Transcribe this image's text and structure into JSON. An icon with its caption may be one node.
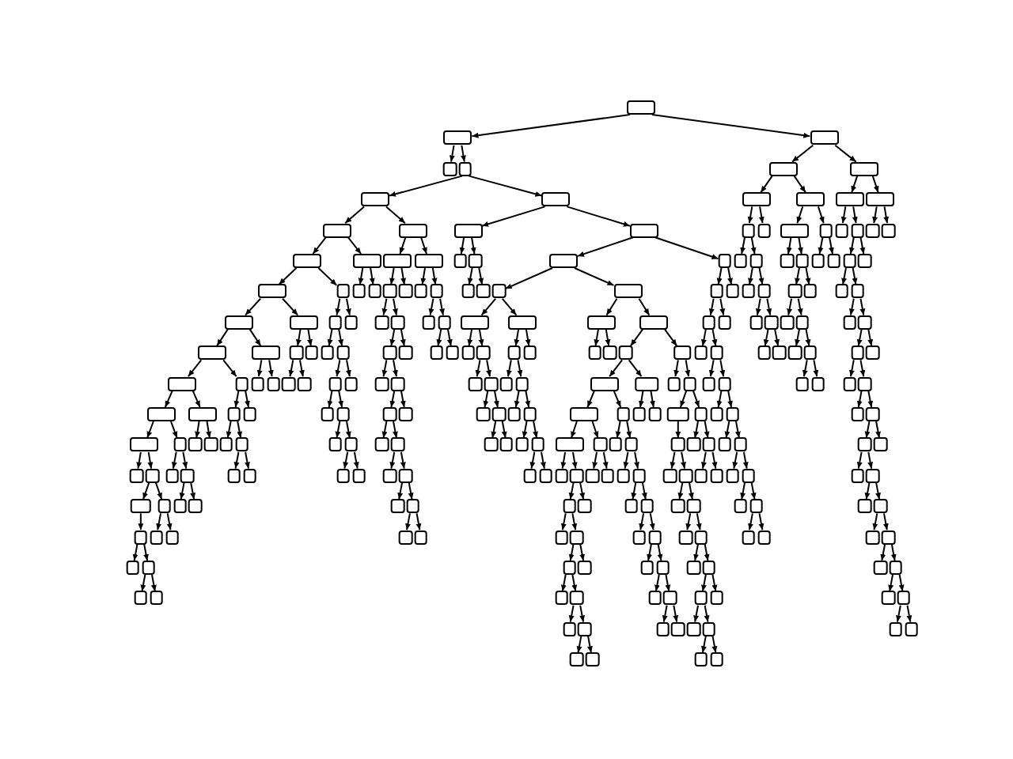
{
  "diagram": {
    "nodes": [
      {
        "text": [],
        "shape": "box"
      },
      {
        "text": [],
        "shape": "box"
      },
      {
        "text": [],
        "shape": "box"
      },
      {
        "text": [],
        "shape": "box"
      },
      {
        "text": [],
        "shape": "box"
      },
      {
        "text": [],
        "shape": "box"
      },
      {
        "text": [],
        "shape": "box"
      },
      {
        "text": [],
        "shape": "box"
      },
      {
        "text": [],
        "shape": "box"
      },
      {
        "text": [],
        "shape": "box"
      },
      {
        "text": [],
        "shape": "box"
      },
      {
        "text": [],
        "shape": "box"
      },
      {
        "text": [],
        "shape": "box"
      },
      {
        "text": [],
        "shape": "box"
      },
      {
        "text": [],
        "shape": "box"
      },
      {
        "text": [],
        "shape": "box"
      },
      {
        "text": [],
        "shape": "box"
      },
      {
        "text": [],
        "shape": "box"
      },
      {
        "text": [],
        "shape": "box"
      },
      {
        "text": [],
        "shape": "box"
      },
      {
        "text": [],
        "shape": "box"
      },
      {
        "text": [],
        "shape": "box"
      },
      {
        "text": [],
        "shape": "box"
      },
      {
        "text": [],
        "shape": "box"
      },
      {
        "text": [],
        "shape": "box"
      },
      {
        "text": [],
        "shape": "box"
      },
      {
        "text": [],
        "shape": "box"
      },
      {
        "text": [],
        "shape": "box"
      },
      {
        "text": [],
        "shape": "box"
      },
      {
        "text": [],
        "shape": "box"
      },
      {
        "text": [],
        "shape": "box"
      },
      {
        "text": [],
        "shape": "box"
      },
      {
        "text": [],
        "shape": "box"
      },
      {
        "text": [],
        "shape": "box"
      },
      {
        "text": [],
        "shape": "box"
      },
      {
        "text": [],
        "shape": "box"
      },
      {
        "text": [],
        "shape": "box"
      },
      {
        "text": [],
        "shape": "box"
      },
      {
        "text": [],
        "shape": "box"
      },
      {
        "text": [],
        "shape": "box"
      },
      {
        "text": [],
        "shape": "box"
      },
      {
        "text": [],
        "shape": "box"
      },
      {
        "text": [],
        "shape": "box"
      },
      {
        "text": [],
        "shape": "box"
      },
      {
        "text": [],
        "shape": "box"
      },
      {
        "text": [],
        "shape": "box"
      },
      {
        "text": [],
        "shape": "box"
      },
      {
        "text": [],
        "shape": "box"
      },
      {
        "text": [],
        "shape": "box"
      },
      {
        "text": [],
        "shape": "box"
      },
      {
        "text": [],
        "shape": "box"
      },
      {
        "text": [],
        "shape": "box"
      },
      {
        "text": [],
        "shape": "box"
      },
      {
        "text": [],
        "shape": "box"
      },
      {
        "text": [],
        "shape": "box"
      },
      {
        "text": [],
        "shape": "box"
      },
      {
        "text": [],
        "shape": "box"
      },
      {
        "text": [],
        "shape": "box"
      },
      {
        "text": [],
        "shape": "box"
      },
      {
        "text": [],
        "shape": "box"
      },
      {
        "text": [],
        "shape": "box"
      },
      {
        "text": [],
        "shape": "box"
      },
      {
        "text": [],
        "shape": "box"
      },
      {
        "text": [],
        "shape": "box"
      },
      {
        "text": [],
        "shape": "box"
      },
      {
        "text": [],
        "shape": "box"
      },
      {
        "text": [],
        "shape": "box"
      },
      {
        "text": [],
        "shape": "box"
      },
      {
        "text": [],
        "shape": "box"
      },
      {
        "text": [],
        "shape": "box"
      },
      {
        "text": [],
        "shape": "box"
      },
      {
        "text": [],
        "shape": "box"
      },
      {
        "text": [],
        "shape": "box"
      },
      {
        "text": [],
        "shape": "box"
      },
      {
        "text": [],
        "shape": "box"
      },
      {
        "text": [],
        "shape": "box"
      },
      {
        "text": [],
        "shape": "box"
      },
      {
        "text": [],
        "shape": "box"
      },
      {
        "text": [],
        "shape": "box"
      },
      {
        "text": [],
        "shape": "box"
      },
      {
        "text": [],
        "shape": "box"
      },
      {
        "text": [],
        "shape": "box"
      },
      {
        "text": [],
        "shape": "box"
      },
      {
        "text": [],
        "shape": "box"
      },
      {
        "text": [],
        "shape": "box"
      },
      {
        "text": [],
        "shape": "box"
      },
      {
        "text": [],
        "shape": "box"
      },
      {
        "text": [],
        "shape": "box"
      },
      {
        "text": [],
        "shape": "box"
      },
      {
        "text": [],
        "shape": "box"
      },
      {
        "text": [],
        "shape": "box"
      },
      {
        "text": [],
        "shape": "box"
      },
      {
        "text": [],
        "shape": "box"
      },
      {
        "text": [],
        "shape": "box"
      },
      {
        "text": [],
        "shape": "box"
      },
      {
        "text": [],
        "shape": "box"
      },
      {
        "text": [],
        "shape": "box"
      },
      {
        "text": [],
        "shape": "box"
      },
      {
        "text": [],
        "shape": "box"
      },
      {
        "text": [],
        "shape": "box"
      },
      {
        "text": [],
        "shape": "box"
      },
      {
        "text": [],
        "shape": "box"
      },
      {
        "text": [],
        "shape": "box"
      },
      {
        "text": [],
        "shape": "box"
      },
      {
        "text": [],
        "shape": "box"
      },
      {
        "text": [],
        "shape": "box"
      },
      {
        "text": [],
        "shape": "box"
      },
      {
        "text": [],
        "shape": "box"
      },
      {
        "text": [],
        "shape": "box"
      },
      {
        "text": [],
        "shape": "box"
      },
      {
        "text": [],
        "shape": "box"
      },
      {
        "text": [],
        "shape": "box"
      },
      {
        "text": [],
        "shape": "box"
      },
      {
        "text": [],
        "shape": "box"
      },
      {
        "text": [],
        "shape": "box"
      },
      {
        "text": [],
        "shape": "box"
      },
      {
        "text": [],
        "shape": "box"
      },
      {
        "text": [],
        "shape": "box"
      },
      {
        "text": [],
        "shape": "box"
      },
      {
        "text": [],
        "shape": "box"
      },
      {
        "text": [],
        "shape": "box"
      },
      {
        "text": [],
        "shape": "box"
      },
      {
        "text": [],
        "shape": "box"
      },
      {
        "text": [],
        "shape": "box"
      },
      {
        "text": [],
        "shape": "box"
      },
      {
        "text": [],
        "shape": "box"
      },
      {
        "text": [],
        "shape": "box"
      },
      {
        "text": [],
        "shape": "box"
      },
      {
        "text": [],
        "shape": "box"
      },
      {
        "text": [],
        "shape": "box"
      },
      {
        "text": [],
        "shape": "box"
      },
      {
        "text": [],
        "shape": "box"
      },
      {
        "text": [],
        "shape": "box"
      },
      {
        "text": [],
        "shape": "box"
      },
      {
        "text": [],
        "shape": "box"
      },
      {
        "text": [],
        "shape": "box"
      },
      {
        "text": [],
        "shape": "box"
      },
      {
        "text": [],
        "shape": "box"
      },
      {
        "text": [],
        "shape": "box"
      },
      {
        "text": [],
        "shape": "box"
      },
      {
        "text": [],
        "shape": "box"
      },
      {
        "text": [],
        "shape": "box"
      },
      {
        "text": [],
        "shape": "box"
      },
      {
        "text": [],
        "shape": "box"
      },
      {
        "text": [],
        "shape": "box"
      },
      {
        "text": [],
        "shape": "box"
      },
      {
        "text": [],
        "shape": "box"
      },
      {
        "text": [],
        "shape": "box"
      },
      {
        "text": [],
        "shape": "box"
      },
      {
        "text": [],
        "shape": "box"
      },
      {
        "text": [],
        "shape": "box"
      },
      {
        "text": [],
        "shape": "box"
      },
      {
        "text": [],
        "shape": "box"
      },
      {
        "text": [],
        "shape": "box"
      },
      {
        "text": [],
        "shape": "box"
      },
      {
        "text": [],
        "shape": "box"
      },
      {
        "text": [],
        "shape": "box"
      },
      {
        "text": [],
        "shape": "box"
      },
      {
        "text": [],
        "shape": "box"
      },
      {
        "text": [],
        "shape": "box"
      },
      {
        "text": [],
        "shape": "box"
      },
      {
        "text": [],
        "shape": "box"
      },
      {
        "text": [],
        "shape": "box"
      },
      {
        "text": [],
        "shape": "box"
      },
      {
        "text": [],
        "shape": "box"
      },
      {
        "text": [],
        "shape": "box"
      },
      {
        "text": [],
        "shape": "box"
      },
      {
        "text": [],
        "shape": "box"
      },
      {
        "text": [],
        "shape": "box"
      },
      {
        "text": [],
        "shape": "box"
      },
      {
        "text": [],
        "shape": "box"
      },
      {
        "text": [],
        "shape": "box"
      },
      {
        "text": [],
        "shape": "box"
      },
      {
        "text": [],
        "shape": "box"
      },
      {
        "text": [],
        "shape": "box"
      },
      {
        "text": [],
        "shape": "box"
      },
      {
        "text": [],
        "shape": "box"
      },
      {
        "text": [],
        "shape": "box"
      },
      {
        "text": [],
        "shape": "box"
      },
      {
        "text": [],
        "shape": "box"
      },
      {
        "text": [],
        "shape": "box"
      },
      {
        "text": [],
        "shape": "box"
      },
      {
        "text": [],
        "shape": "box"
      },
      {
        "text": [],
        "shape": "box"
      },
      {
        "text": [],
        "shape": "box"
      },
      {
        "text": [],
        "shape": "box"
      },
      {
        "text": [],
        "shape": "box"
      },
      {
        "text": [],
        "shape": "box"
      },
      {
        "text": [],
        "shape": "box"
      },
      {
        "text": [],
        "shape": "box"
      },
      {
        "text": [],
        "shape": "box"
      },
      {
        "text": [],
        "shape": "box"
      },
      {
        "text": [],
        "shape": "box"
      },
      {
        "text": [],
        "shape": "box"
      },
      {
        "text": [],
        "shape": "box"
      },
      {
        "text": [],
        "shape": "box"
      },
      {
        "text": [],
        "shape": "box"
      },
      {
        "text": [],
        "shape": "box"
      },
      {
        "text": [],
        "shape": "box"
      },
      {
        "text": [],
        "shape": "box"
      },
      {
        "text": [],
        "shape": "box"
      },
      {
        "text": [],
        "shape": "box"
      },
      {
        "text": [],
        "shape": "box"
      },
      {
        "text": [],
        "shape": "box"
      },
      {
        "text": [],
        "shape": "box"
      },
      {
        "text": [],
        "shape": "box"
      },
      {
        "text": [],
        "shape": "box"
      },
      {
        "text": [],
        "shape": "box"
      },
      {
        "text": [],
        "shape": "box"
      },
      {
        "text": [],
        "shape": "box"
      },
      {
        "text": [],
        "shape": "box"
      },
      {
        "text": [],
        "shape": "box"
      },
      {
        "text": [],
        "shape": "box"
      },
      {
        "text": [],
        "shape": "box"
      },
      {
        "text": [],
        "shape": "box"
      },
      {
        "text": [],
        "shape": "box"
      },
      {
        "text": [],
        "shape": "box"
      },
      {
        "text": [],
        "shape": "box"
      },
      {
        "text": [],
        "shape": "box"
      },
      {
        "text": [],
        "shape": "box"
      },
      {
        "text": [],
        "shape": "box"
      },
      {
        "text": [],
        "shape": "box"
      },
      {
        "text": [],
        "shape": "box"
      },
      {
        "text": [],
        "shape": "box"
      },
      {
        "text": [],
        "shape": "box"
      },
      {
        "text": [],
        "shape": "box"
      },
      {
        "text": [],
        "shape": "box"
      },
      {
        "text": [],
        "shape": "box"
      },
      {
        "text": [],
        "shape": "box"
      },
      {
        "text": [],
        "shape": "box"
      },
      {
        "text": [],
        "shape": "box"
      },
      {
        "text": [],
        "shape": "box"
      },
      {
        "text": [],
        "shape": "box"
      },
      {
        "text": [],
        "shape": "box"
      },
      {
        "text": [],
        "shape": "box"
      },
      {
        "text": [],
        "shape": "box"
      },
      {
        "text": [],
        "shape": "box"
      },
      {
        "text": [],
        "shape": "box"
      },
      {
        "text": [],
        "shape": "box"
      },
      {
        "text": [],
        "shape": "box"
      },
      {
        "text": [],
        "shape": "box"
      },
      {
        "text": [],
        "shape": "box"
      },
      {
        "text": [],
        "shape": "box"
      },
      {
        "text": [],
        "shape": "box"
      },
      {
        "text": [],
        "shape": "box"
      },
      {
        "text": [],
        "shape": "box"
      },
      {
        "text": [],
        "shape": "box"
      },
      {
        "text": [],
        "shape": "box"
      },
      {
        "text": [],
        "shape": "box"
      },
      {
        "text": [],
        "shape": "box"
      },
      {
        "text": [],
        "shape": "box"
      },
      {
        "text": [],
        "shape": "box"
      },
      {
        "text": [],
        "shape": "box"
      },
      {
        "text": [],
        "shape": "box"
      },
      {
        "text": [],
        "shape": "box"
      },
      {
        "text": [],
        "shape": "box"
      },
      {
        "text": [],
        "shape": "box"
      },
      {
        "text": [],
        "shape": "box"
      },
      {
        "text": [],
        "shape": "box"
      },
      {
        "text": [],
        "shape": "box"
      },
      {
        "text": [],
        "shape": "box"
      },
      {
        "text": [],
        "shape": "box"
      },
      {
        "text": [],
        "shape": "box"
      },
      {
        "text": [],
        "shape": "box"
      },
      {
        "text": [],
        "shape": "box"
      },
      {
        "text": [],
        "shape": "box"
      },
      {
        "text": [],
        "shape": "box"
      }
    ],
    "edges": [
      {
        "from": 0,
        "to": 1,
        "arrow": "to"
      },
      {
        "from": 1,
        "to": 2,
        "arrow": "to"
      },
      {
        "from": 1,
        "to": 3,
        "arrow": "to"
      },
      {
        "from": 3,
        "to": 4,
        "arrow": "to"
      },
      {
        "from": 4,
        "to": 5,
        "arrow": "to"
      },
      {
        "from": 5,
        "to": 6,
        "arrow": "to"
      },
      {
        "from": 6,
        "to": 7,
        "arrow": "to"
      },
      {
        "from": 7,
        "to": 8,
        "arrow": "to"
      },
      {
        "from": 8,
        "to": 9,
        "arrow": "to"
      },
      {
        "from": 9,
        "to": 10,
        "arrow": "to"
      },
      {
        "from": 10,
        "to": 11,
        "arrow": "to"
      },
      {
        "from": 11,
        "to": 12,
        "arrow": "to"
      },
      {
        "from": 12,
        "to": 13,
        "arrow": "to"
      },
      {
        "from": 12,
        "to": 14,
        "arrow": "to"
      },
      {
        "from": 14,
        "to": 15,
        "arrow": "to"
      },
      {
        "from": 15,
        "to": 16,
        "arrow": "to"
      },
      {
        "from": 16,
        "to": 17,
        "arrow": "to"
      },
      {
        "from": 16,
        "to": 18,
        "arrow": "to"
      },
      {
        "from": 18,
        "to": 19,
        "arrow": "to"
      },
      {
        "from": 18,
        "to": 20,
        "arrow": "to"
      },
      {
        "from": 14,
        "to": 21,
        "arrow": "to"
      },
      {
        "from": 21,
        "to": 22,
        "arrow": "to"
      },
      {
        "from": 21,
        "to": 23,
        "arrow": "to"
      },
      {
        "from": 11,
        "to": 24,
        "arrow": "to"
      },
      {
        "from": 24,
        "to": 25,
        "arrow": "to"
      },
      {
        "from": 24,
        "to": 26,
        "arrow": "to"
      },
      {
        "from": 26,
        "to": 27,
        "arrow": "to"
      },
      {
        "from": 26,
        "to": 28,
        "arrow": "to"
      },
      {
        "from": 10,
        "to": 29,
        "arrow": "to"
      },
      {
        "from": 29,
        "to": 30,
        "arrow": "to"
      },
      {
        "from": 29,
        "to": 31,
        "arrow": "to"
      },
      {
        "from": 9,
        "to": 32,
        "arrow": "to"
      },
      {
        "from": 32,
        "to": 33,
        "arrow": "to"
      },
      {
        "from": 33,
        "to": 34,
        "arrow": "to"
      },
      {
        "from": 33,
        "to": 35,
        "arrow": "to"
      },
      {
        "from": 35,
        "to": 36,
        "arrow": "to"
      },
      {
        "from": 35,
        "to": 37,
        "arrow": "to"
      },
      {
        "from": 32,
        "to": 38,
        "arrow": "to"
      },
      {
        "from": 8,
        "to": 39,
        "arrow": "to"
      },
      {
        "from": 39,
        "to": 40,
        "arrow": "to"
      },
      {
        "from": 39,
        "to": 41,
        "arrow": "to"
      },
      {
        "from": 7,
        "to": 42,
        "arrow": "to"
      },
      {
        "from": 42,
        "to": 43,
        "arrow": "to"
      },
      {
        "from": 43,
        "to": 44,
        "arrow": "to"
      },
      {
        "from": 43,
        "to": 45,
        "arrow": "to"
      },
      {
        "from": 42,
        "to": 46,
        "arrow": "to"
      },
      {
        "from": 6,
        "to": 47,
        "arrow": "to"
      },
      {
        "from": 47,
        "to": 48,
        "arrow": "to"
      },
      {
        "from": 48,
        "to": 49,
        "arrow": "to"
      },
      {
        "from": 48,
        "to": 50,
        "arrow": "to"
      },
      {
        "from": 50,
        "to": 51,
        "arrow": "to"
      },
      {
        "from": 51,
        "to": 52,
        "arrow": "to"
      },
      {
        "from": 51,
        "to": 53,
        "arrow": "to"
      },
      {
        "from": 53,
        "to": 54,
        "arrow": "to"
      },
      {
        "from": 53,
        "to": 55,
        "arrow": "to"
      },
      {
        "from": 55,
        "to": 56,
        "arrow": "to"
      },
      {
        "from": 55,
        "to": 57,
        "arrow": "to"
      },
      {
        "from": 50,
        "to": 58,
        "arrow": "to"
      },
      {
        "from": 47,
        "to": 59,
        "arrow": "to"
      },
      {
        "from": 5,
        "to": 60,
        "arrow": "to"
      },
      {
        "from": 60,
        "to": 61,
        "arrow": "to"
      },
      {
        "from": 60,
        "to": 62,
        "arrow": "to"
      },
      {
        "from": 4,
        "to": 63,
        "arrow": "to"
      },
      {
        "from": 63,
        "to": 64,
        "arrow": "to"
      },
      {
        "from": 64,
        "to": 65,
        "arrow": "to"
      },
      {
        "from": 65,
        "to": 66,
        "arrow": "to"
      },
      {
        "from": 65,
        "to": 67,
        "arrow": "to"
      },
      {
        "from": 67,
        "to": 68,
        "arrow": "to"
      },
      {
        "from": 68,
        "to": 69,
        "arrow": "to"
      },
      {
        "from": 68,
        "to": 70,
        "arrow": "to"
      },
      {
        "from": 70,
        "to": 71,
        "arrow": "to"
      },
      {
        "from": 71,
        "to": 72,
        "arrow": "to"
      },
      {
        "from": 71,
        "to": 73,
        "arrow": "to"
      },
      {
        "from": 73,
        "to": 74,
        "arrow": "to"
      },
      {
        "from": 73,
        "to": 75,
        "arrow": "to"
      },
      {
        "from": 75,
        "to": 76,
        "arrow": "to"
      },
      {
        "from": 75,
        "to": 77,
        "arrow": "to"
      },
      {
        "from": 77,
        "to": 78,
        "arrow": "to"
      },
      {
        "from": 77,
        "to": 79,
        "arrow": "to"
      },
      {
        "from": 70,
        "to": 80,
        "arrow": "to"
      },
      {
        "from": 67,
        "to": 81,
        "arrow": "to"
      },
      {
        "from": 64,
        "to": 82,
        "arrow": "to"
      },
      {
        "from": 63,
        "to": 83,
        "arrow": "to"
      },
      {
        "from": 83,
        "to": 84,
        "arrow": "to"
      },
      {
        "from": 83,
        "to": 85,
        "arrow": "to"
      },
      {
        "from": 85,
        "to": 86,
        "arrow": "to"
      },
      {
        "from": 85,
        "to": 87,
        "arrow": "to"
      },
      {
        "from": 87,
        "to": 88,
        "arrow": "to"
      },
      {
        "from": 87,
        "to": 89,
        "arrow": "to"
      },
      {
        "from": 3,
        "to": 90,
        "arrow": "to"
      },
      {
        "from": 90,
        "to": 91,
        "arrow": "to"
      },
      {
        "from": 91,
        "to": 92,
        "arrow": "to"
      },
      {
        "from": 91,
        "to": 93,
        "arrow": "to"
      },
      {
        "from": 93,
        "to": 94,
        "arrow": "to"
      },
      {
        "from": 93,
        "to": 95,
        "arrow": "to"
      },
      {
        "from": 90,
        "to": 96,
        "arrow": "to"
      },
      {
        "from": 96,
        "to": 97,
        "arrow": "to"
      },
      {
        "from": 97,
        "to": 98,
        "arrow": "to"
      },
      {
        "from": 98,
        "to": 99,
        "arrow": "to"
      },
      {
        "from": 99,
        "to": 100,
        "arrow": "to"
      },
      {
        "from": 99,
        "to": 101,
        "arrow": "to"
      },
      {
        "from": 101,
        "to": 102,
        "arrow": "to"
      },
      {
        "from": 101,
        "to": 103,
        "arrow": "to"
      },
      {
        "from": 103,
        "to": 104,
        "arrow": "to"
      },
      {
        "from": 103,
        "to": 105,
        "arrow": "to"
      },
      {
        "from": 105,
        "to": 106,
        "arrow": "to"
      },
      {
        "from": 105,
        "to": 107,
        "arrow": "to"
      },
      {
        "from": 98,
        "to": 108,
        "arrow": "to"
      },
      {
        "from": 108,
        "to": 109,
        "arrow": "to"
      },
      {
        "from": 109,
        "to": 110,
        "arrow": "to"
      },
      {
        "from": 109,
        "to": 111,
        "arrow": "to"
      },
      {
        "from": 111,
        "to": 112,
        "arrow": "to"
      },
      {
        "from": 111,
        "to": 113,
        "arrow": "to"
      },
      {
        "from": 113,
        "to": 114,
        "arrow": "to"
      },
      {
        "from": 113,
        "to": 115,
        "arrow": "to"
      },
      {
        "from": 115,
        "to": 116,
        "arrow": "to"
      },
      {
        "from": 115,
        "to": 117,
        "arrow": "to"
      },
      {
        "from": 108,
        "to": 118,
        "arrow": "to"
      },
      {
        "from": 97,
        "to": 119,
        "arrow": "to"
      },
      {
        "from": 119,
        "to": 120,
        "arrow": "to"
      },
      {
        "from": 120,
        "to": 121,
        "arrow": "to"
      },
      {
        "from": 120,
        "to": 122,
        "arrow": "to"
      },
      {
        "from": 119,
        "to": 123,
        "arrow": "to"
      },
      {
        "from": 123,
        "to": 124,
        "arrow": "to"
      },
      {
        "from": 124,
        "to": 125,
        "arrow": "to"
      },
      {
        "from": 125,
        "to": 126,
        "arrow": "to"
      },
      {
        "from": 126,
        "to": 127,
        "arrow": "to"
      },
      {
        "from": 127,
        "to": 128,
        "arrow": "to"
      },
      {
        "from": 127,
        "to": 129,
        "arrow": "to"
      },
      {
        "from": 129,
        "to": 130,
        "arrow": "to"
      },
      {
        "from": 130,
        "to": 131,
        "arrow": "to"
      },
      {
        "from": 130,
        "to": 132,
        "arrow": "to"
      },
      {
        "from": 132,
        "to": 133,
        "arrow": "to"
      },
      {
        "from": 133,
        "to": 134,
        "arrow": "to"
      },
      {
        "from": 133,
        "to": 135,
        "arrow": "to"
      },
      {
        "from": 135,
        "to": 136,
        "arrow": "to"
      },
      {
        "from": 135,
        "to": 137,
        "arrow": "to"
      },
      {
        "from": 137,
        "to": 138,
        "arrow": "to"
      },
      {
        "from": 137,
        "to": 139,
        "arrow": "to"
      },
      {
        "from": 132,
        "to": 140,
        "arrow": "to"
      },
      {
        "from": 129,
        "to": 141,
        "arrow": "to"
      },
      {
        "from": 126,
        "to": 142,
        "arrow": "to"
      },
      {
        "from": 142,
        "to": 143,
        "arrow": "to"
      },
      {
        "from": 142,
        "to": 144,
        "arrow": "to"
      },
      {
        "from": 125,
        "to": 145,
        "arrow": "to"
      },
      {
        "from": 145,
        "to": 146,
        "arrow": "to"
      },
      {
        "from": 145,
        "to": 147,
        "arrow": "to"
      },
      {
        "from": 147,
        "to": 148,
        "arrow": "to"
      },
      {
        "from": 147,
        "to": 149,
        "arrow": "to"
      },
      {
        "from": 149,
        "to": 150,
        "arrow": "to"
      },
      {
        "from": 149,
        "to": 151,
        "arrow": "to"
      },
      {
        "from": 151,
        "to": 152,
        "arrow": "to"
      },
      {
        "from": 151,
        "to": 153,
        "arrow": "to"
      },
      {
        "from": 153,
        "to": 154,
        "arrow": "to"
      },
      {
        "from": 153,
        "to": 155,
        "arrow": "to"
      },
      {
        "from": 155,
        "to": 156,
        "arrow": "to"
      },
      {
        "from": 155,
        "to": 157,
        "arrow": "to"
      },
      {
        "from": 157,
        "to": 158,
        "arrow": "to"
      },
      {
        "from": 157,
        "to": 159,
        "arrow": "to"
      },
      {
        "from": 124,
        "to": 160,
        "arrow": "to"
      },
      {
        "from": 160,
        "to": 161,
        "arrow": "to"
      },
      {
        "from": 160,
        "to": 162,
        "arrow": "to"
      },
      {
        "from": 123,
        "to": 163,
        "arrow": "to"
      },
      {
        "from": 163,
        "to": 164,
        "arrow": "to"
      },
      {
        "from": 163,
        "to": 165,
        "arrow": "to"
      },
      {
        "from": 165,
        "to": 166,
        "arrow": "to"
      },
      {
        "from": 166,
        "to": 167,
        "arrow": "to"
      },
      {
        "from": 167,
        "to": 168,
        "arrow": "to"
      },
      {
        "from": 167,
        "to": 169,
        "arrow": "to"
      },
      {
        "from": 169,
        "to": 170,
        "arrow": "to"
      },
      {
        "from": 169,
        "to": 171,
        "arrow": "to"
      },
      {
        "from": 171,
        "to": 172,
        "arrow": "to"
      },
      {
        "from": 171,
        "to": 173,
        "arrow": "to"
      },
      {
        "from": 173,
        "to": 174,
        "arrow": "to"
      },
      {
        "from": 173,
        "to": 175,
        "arrow": "to"
      },
      {
        "from": 175,
        "to": 176,
        "arrow": "to"
      },
      {
        "from": 176,
        "to": 177,
        "arrow": "to"
      },
      {
        "from": 176,
        "to": 178,
        "arrow": "to"
      },
      {
        "from": 178,
        "to": 179,
        "arrow": "to"
      },
      {
        "from": 178,
        "to": 180,
        "arrow": "to"
      },
      {
        "from": 175,
        "to": 181,
        "arrow": "to"
      },
      {
        "from": 165,
        "to": 182,
        "arrow": "to"
      },
      {
        "from": 182,
        "to": 183,
        "arrow": "to"
      },
      {
        "from": 182,
        "to": 184,
        "arrow": "to"
      },
      {
        "from": 184,
        "to": 185,
        "arrow": "to"
      },
      {
        "from": 184,
        "to": 186,
        "arrow": "to"
      },
      {
        "from": 96,
        "to": 187,
        "arrow": "to"
      },
      {
        "from": 187,
        "to": 188,
        "arrow": "to"
      },
      {
        "from": 188,
        "to": 189,
        "arrow": "to"
      },
      {
        "from": 189,
        "to": 190,
        "arrow": "to"
      },
      {
        "from": 189,
        "to": 191,
        "arrow": "to"
      },
      {
        "from": 191,
        "to": 192,
        "arrow": "to"
      },
      {
        "from": 191,
        "to": 193,
        "arrow": "to"
      },
      {
        "from": 193,
        "to": 194,
        "arrow": "to"
      },
      {
        "from": 193,
        "to": 195,
        "arrow": "to"
      },
      {
        "from": 195,
        "to": 196,
        "arrow": "to"
      },
      {
        "from": 195,
        "to": 197,
        "arrow": "to"
      },
      {
        "from": 197,
        "to": 198,
        "arrow": "to"
      },
      {
        "from": 197,
        "to": 199,
        "arrow": "to"
      },
      {
        "from": 199,
        "to": 200,
        "arrow": "to"
      },
      {
        "from": 199,
        "to": 201,
        "arrow": "to"
      },
      {
        "from": 201,
        "to": 202,
        "arrow": "to"
      },
      {
        "from": 201,
        "to": 203,
        "arrow": "to"
      },
      {
        "from": 188,
        "to": 204,
        "arrow": "to"
      },
      {
        "from": 187,
        "to": 205,
        "arrow": "to"
      },
      {
        "from": 0,
        "to": 206,
        "arrow": "to"
      },
      {
        "from": 206,
        "to": 207,
        "arrow": "to"
      },
      {
        "from": 207,
        "to": 208,
        "arrow": "to"
      },
      {
        "from": 208,
        "to": 209,
        "arrow": "to"
      },
      {
        "from": 209,
        "to": 210,
        "arrow": "to"
      },
      {
        "from": 209,
        "to": 211,
        "arrow": "to"
      },
      {
        "from": 211,
        "to": 212,
        "arrow": "to"
      },
      {
        "from": 211,
        "to": 213,
        "arrow": "to"
      },
      {
        "from": 213,
        "to": 214,
        "arrow": "to"
      },
      {
        "from": 213,
        "to": 215,
        "arrow": "to"
      },
      {
        "from": 215,
        "to": 216,
        "arrow": "to"
      },
      {
        "from": 215,
        "to": 217,
        "arrow": "to"
      },
      {
        "from": 208,
        "to": 218,
        "arrow": "to"
      },
      {
        "from": 207,
        "to": 219,
        "arrow": "to"
      },
      {
        "from": 219,
        "to": 220,
        "arrow": "to"
      },
      {
        "from": 220,
        "to": 221,
        "arrow": "to"
      },
      {
        "from": 220,
        "to": 222,
        "arrow": "to"
      },
      {
        "from": 222,
        "to": 223,
        "arrow": "to"
      },
      {
        "from": 223,
        "to": 224,
        "arrow": "to"
      },
      {
        "from": 223,
        "to": 225,
        "arrow": "to"
      },
      {
        "from": 225,
        "to": 226,
        "arrow": "to"
      },
      {
        "from": 225,
        "to": 227,
        "arrow": "to"
      },
      {
        "from": 227,
        "to": 228,
        "arrow": "to"
      },
      {
        "from": 227,
        "to": 229,
        "arrow": "to"
      },
      {
        "from": 222,
        "to": 230,
        "arrow": "to"
      },
      {
        "from": 219,
        "to": 231,
        "arrow": "to"
      },
      {
        "from": 231,
        "to": 232,
        "arrow": "to"
      },
      {
        "from": 231,
        "to": 233,
        "arrow": "to"
      },
      {
        "from": 206,
        "to": 234,
        "arrow": "to"
      },
      {
        "from": 234,
        "to": 235,
        "arrow": "to"
      },
      {
        "from": 235,
        "to": 236,
        "arrow": "to"
      },
      {
        "from": 235,
        "to": 237,
        "arrow": "to"
      },
      {
        "from": 237,
        "to": 238,
        "arrow": "to"
      },
      {
        "from": 238,
        "to": 239,
        "arrow": "to"
      },
      {
        "from": 238,
        "to": 240,
        "arrow": "to"
      },
      {
        "from": 240,
        "to": 241,
        "arrow": "to"
      },
      {
        "from": 240,
        "to": 242,
        "arrow": "to"
      },
      {
        "from": 242,
        "to": 243,
        "arrow": "to"
      },
      {
        "from": 243,
        "to": 244,
        "arrow": "to"
      },
      {
        "from": 243,
        "to": 245,
        "arrow": "to"
      },
      {
        "from": 245,
        "to": 246,
        "arrow": "to"
      },
      {
        "from": 245,
        "to": 247,
        "arrow": "to"
      },
      {
        "from": 247,
        "to": 248,
        "arrow": "to"
      },
      {
        "from": 248,
        "to": 249,
        "arrow": "to"
      },
      {
        "from": 248,
        "to": 250,
        "arrow": "to"
      },
      {
        "from": 250,
        "to": 251,
        "arrow": "to"
      },
      {
        "from": 250,
        "to": 252,
        "arrow": "to"
      },
      {
        "from": 252,
        "to": 253,
        "arrow": "to"
      },
      {
        "from": 252,
        "to": 254,
        "arrow": "to"
      },
      {
        "from": 254,
        "to": 255,
        "arrow": "to"
      },
      {
        "from": 254,
        "to": 256,
        "arrow": "to"
      },
      {
        "from": 256,
        "to": 257,
        "arrow": "to"
      },
      {
        "from": 256,
        "to": 258,
        "arrow": "to"
      },
      {
        "from": 258,
        "to": 259,
        "arrow": "to"
      },
      {
        "from": 258,
        "to": 260,
        "arrow": "to"
      },
      {
        "from": 247,
        "to": 261,
        "arrow": "to"
      },
      {
        "from": 242,
        "to": 262,
        "arrow": "to"
      },
      {
        "from": 237,
        "to": 263,
        "arrow": "to"
      },
      {
        "from": 234,
        "to": 264,
        "arrow": "to"
      },
      {
        "from": 264,
        "to": 265,
        "arrow": "to"
      },
      {
        "from": 264,
        "to": 266,
        "arrow": "to"
      }
    ]
  }
}
